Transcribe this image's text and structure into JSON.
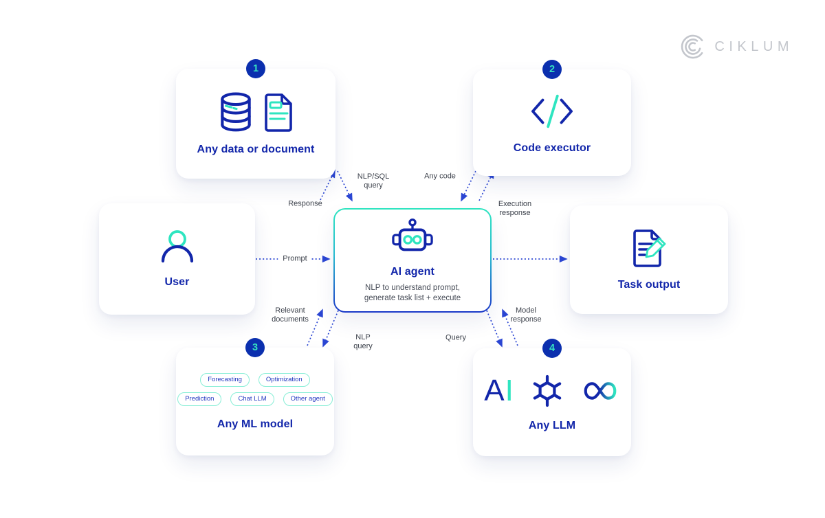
{
  "brand": {
    "logo_text": "CIKLUM"
  },
  "colors": {
    "primary_blue": "#1226aa",
    "arrow_blue": "#2b46d3",
    "teal": "#2ee5c0",
    "pill_border_teal": "#87eed6",
    "badge_bg": "#0b2fae",
    "badge_number": "#35e2c0",
    "label_gray": "#3a3f49",
    "brand_gray": "#c3c6cc"
  },
  "nodes": {
    "user": {
      "title": "User",
      "icon": "user-icon"
    },
    "data_doc": {
      "badge": "1",
      "title": "Any data or document",
      "icons": [
        "database-icon",
        "document-icon"
      ]
    },
    "code_executor": {
      "badge": "2",
      "title": "Code executor",
      "icon": "code-brackets-icon"
    },
    "ai_agent": {
      "title": "AI agent",
      "subtitle_line1": "NLP to understand prompt,",
      "subtitle_line2": "generate task list + execute",
      "icon": "robot-icon"
    },
    "task_output": {
      "title": "Task output",
      "icon": "document-pencil-icon"
    },
    "ml_model": {
      "badge": "3",
      "title": "Any ML model",
      "tags": [
        "Forecasting",
        "Optimization",
        "Prediction",
        "Chat LLM",
        "Other agent"
      ]
    },
    "any_llm": {
      "badge": "4",
      "title": "Any LLM",
      "ai_mark_a": "A",
      "ai_mark_i": "I",
      "logos": [
        "ai-text-logo",
        "openai-logo-icon",
        "meta-infinity-icon"
      ]
    }
  },
  "edges": {
    "nlp_sql_query": {
      "line1": "NLP/SQL",
      "line2": "query"
    },
    "any_code": {
      "label": "Any code"
    },
    "response": {
      "label": "Response"
    },
    "execution_response": {
      "line1": "Execution",
      "line2": "response"
    },
    "prompt": {
      "label": "Prompt"
    },
    "relevant_documents": {
      "line1": "Relevant",
      "line2": "documents"
    },
    "nlp_query": {
      "line1": "NLP",
      "line2": "query"
    },
    "query": {
      "label": "Query"
    },
    "model_response": {
      "line1": "Model",
      "line2": "response"
    }
  }
}
